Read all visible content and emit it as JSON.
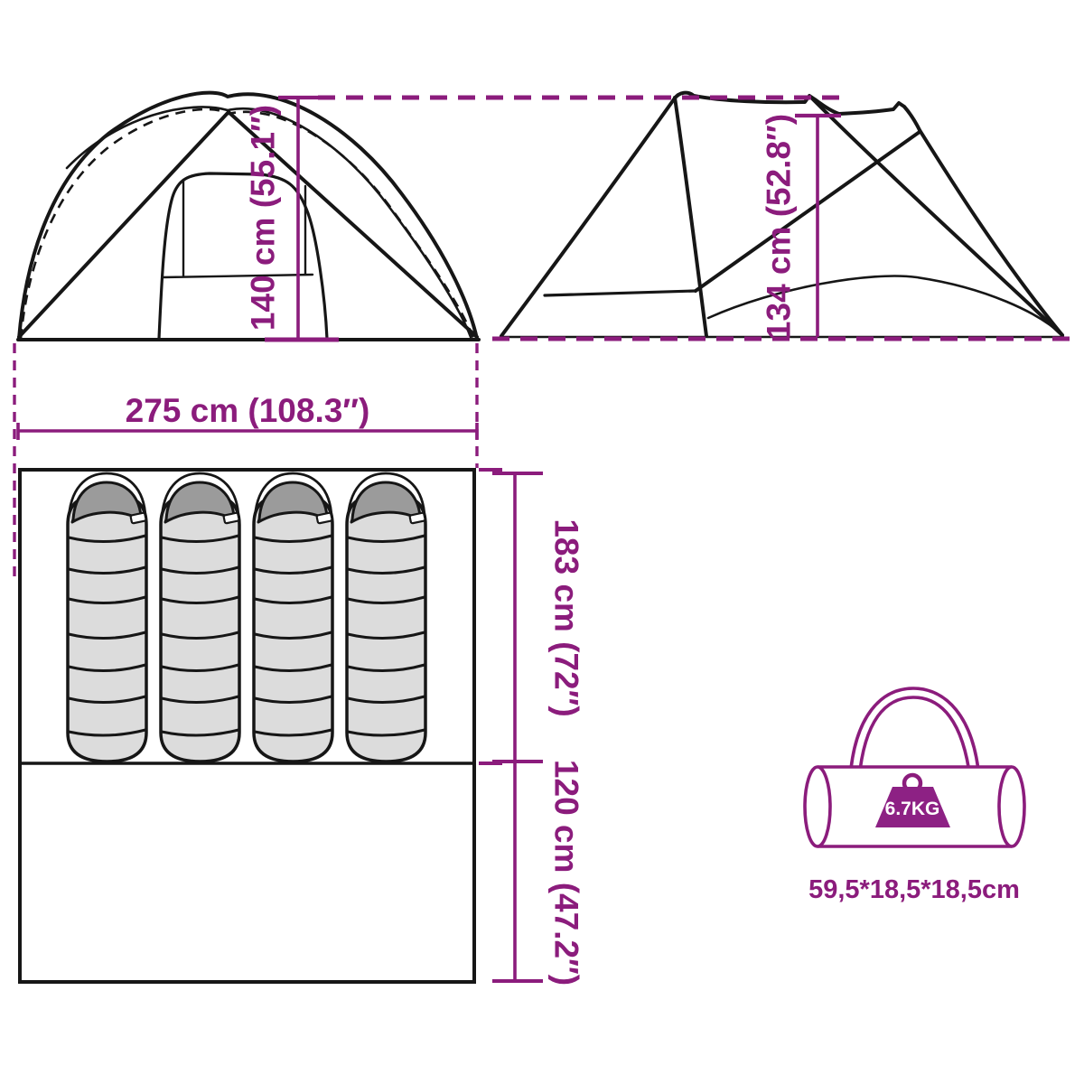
{
  "diagram": {
    "title_hint": "tent dimension diagram",
    "front_view": {
      "height_label": "140 cm (55.1″)",
      "width_label": "275 cm (108.3″)"
    },
    "side_view": {
      "height_label": "134 cm (52.8″)"
    },
    "floor_plan": {
      "sleeping_area_label": "183 cm (72″)",
      "porch_area_label": "120 cm (47.2″)",
      "sleeping_bag_count": 4
    },
    "carry_bag": {
      "weight_label": "6.7KG",
      "size_label": "59,5*18,5*18,5cm"
    },
    "colors": {
      "accent_purple": "#8b1c7c",
      "weight_icon_purple": "#8d2184",
      "line_black": "#161616",
      "bag_body_gray": "#dcdcdc",
      "bag_hood_gray": "#9b9b9b",
      "background": "#ffffff"
    }
  }
}
